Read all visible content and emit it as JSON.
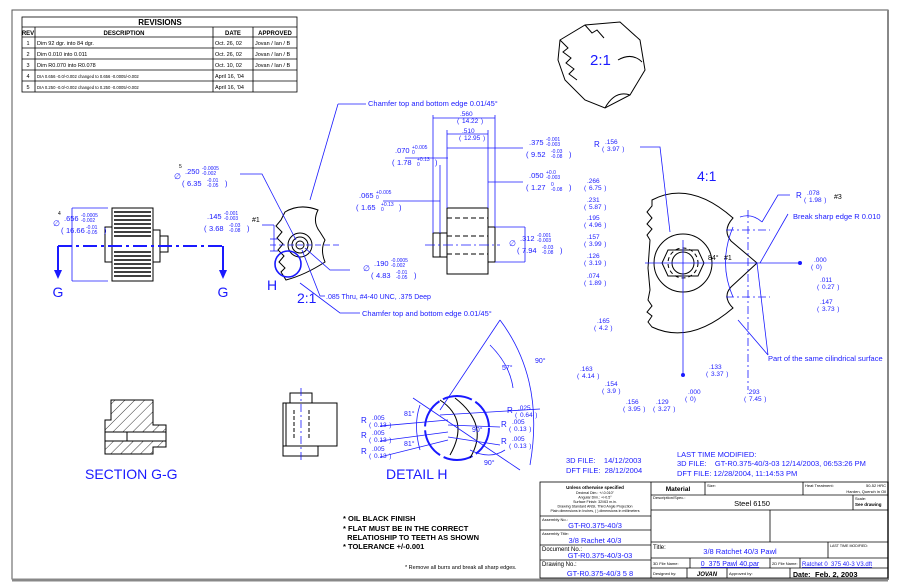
{
  "revisions": {
    "title": "REVISIONS",
    "headers": [
      "REV",
      "DESCRIPTION",
      "DATE",
      "APPROVED"
    ],
    "rows": [
      [
        "1",
        "Dim 92 dgr. into 84 dgr.",
        "Oct. 26, 02",
        "Jovan / Ian / B"
      ],
      [
        "2",
        "Dim 0.010 into 0.011",
        "Oct. 26, 02",
        "Jovan / Ian / B"
      ],
      [
        "3",
        "Dim R0.070 into R0.078",
        "Oct. 10, 02",
        "Jovan / Ian / B"
      ],
      [
        "4",
        "DIA 0.656 -0.0/-0.002 changed to 0.656 -0.0005/-0.002",
        "April 16, '04",
        ""
      ],
      [
        "5",
        "DIA 0.250 -0.0/-0.002 changed to 0.250 -0.0005/-0.002",
        "April 16, '04",
        ""
      ]
    ]
  },
  "labels": {
    "scale_iso": "2:1",
    "scale_front": "2:1",
    "scale_detail": "4:1",
    "g_left": "G",
    "g_right": "G",
    "h": "H",
    "section": "SECTION G-G",
    "detail": "DETAIL H",
    "chamfer_top": "Chamfer top and bottom edge 0.01/45°",
    "chamfer_bottom": "Chamfer top and bottom edge 0.01/45°",
    "thread": ".085 Thru, #4-40 UNC, .375 Deep",
    "tag1": "#1",
    "break_edge": "Break sharp edge R 0.010",
    "same_surface": "Part of the same cilindrical surface",
    "angle84": "84°",
    "tag1b": "#1",
    "tag3": "#3",
    "a90a": "90°",
    "a57": "57°",
    "a81a": "81°",
    "a81b": "81°",
    "a90b": "90°",
    "a90c": "90°"
  },
  "dims": {
    "d656": {
      "pre": "∅",
      "note": "4",
      "in": ".656",
      "tin": [
        "-0.0005",
        "-0.002"
      ],
      "mm": "16.66",
      "tmm": [
        "-0.01",
        "-0.05"
      ]
    },
    "d145": {
      "in": ".145",
      "tin": [
        "-0.001",
        "-0.003"
      ],
      "mm": "3.68",
      "tmm": [
        "-0.03",
        "-0.08"
      ]
    },
    "d250": {
      "pre": "∅",
      "note": "5",
      "in": ".250",
      "tin": [
        "-0.0005",
        "-0.002"
      ],
      "mm": "6.35",
      "tmm": [
        "-0.01",
        "-0.05"
      ]
    },
    "d190": {
      "pre": "∅",
      "in": ".190",
      "tin": [
        "-0.0005",
        "-0.002"
      ],
      "mm": "4.83",
      "tmm": [
        "-0.01",
        "-0.05"
      ]
    },
    "d560": {
      "in": ".560",
      "mm": "14.22"
    },
    "d510": {
      "in": ".510",
      "mm": "12.95"
    },
    "d070": {
      "in": ".070",
      "tin": [
        "+0.005",
        "0"
      ],
      "mm": "1.78",
      "tmm": [
        "+0.13",
        "0"
      ]
    },
    "d065": {
      "in": ".065",
      "tin": [
        "+0.005",
        "0"
      ],
      "mm": "1.65",
      "tmm": [
        "+0.13",
        "0"
      ]
    },
    "d375": {
      "in": ".375",
      "tin": [
        "-0.001",
        "-0.003"
      ],
      "mm": "9.52",
      "tmm": [
        "-0.03",
        "-0.08"
      ]
    },
    "d050": {
      "in": ".050",
      "tin": [
        "+0.0",
        "-0.003"
      ],
      "mm": "1.27",
      "tmm": [
        "0",
        "-0.08"
      ]
    },
    "d312": {
      "pre": "∅",
      "in": ".312",
      "tin": [
        "-0.001",
        "-0.003"
      ],
      "mm": "7.94",
      "tmm": [
        "-0.03",
        "-0.08"
      ]
    },
    "r156": {
      "pre": "R",
      "in": ".156",
      "mm": "3.97"
    },
    "v266": {
      "in": ".266",
      "mm": "6.75"
    },
    "v231": {
      "in": ".231",
      "mm": "5.87"
    },
    "v195": {
      "in": ".195",
      "mm": "4.96"
    },
    "v157": {
      "in": ".157",
      "mm": "3.99"
    },
    "v126": {
      "in": ".126",
      "mm": "3.19"
    },
    "v074": {
      "in": ".074",
      "mm": "1.89"
    },
    "v165": {
      "in": ".165",
      "mm": "4.2"
    },
    "v163": {
      "in": ".163",
      "mm": "4.14"
    },
    "v154": {
      "in": ".154",
      "mm": "3.9"
    },
    "v156": {
      "in": ".156",
      "mm": "3.95"
    },
    "v129": {
      "in": ".129",
      "mm": "3.27"
    },
    "v000b": {
      "in": ".000",
      "mm": "0"
    },
    "v133": {
      "in": ".133",
      "mm": "3.37"
    },
    "v293": {
      "in": ".293",
      "mm": "7.45"
    },
    "v000r": {
      "in": ".000",
      "mm": "0"
    },
    "v011": {
      "in": ".011",
      "mm": "0.27"
    },
    "v147": {
      "in": ".147",
      "mm": "3.73"
    },
    "r078": {
      "pre": "R",
      "in": ".078",
      "mm": "1.98"
    },
    "r025": {
      "pre": "R",
      "in": ".025",
      "mm": "0.64"
    },
    "r005a": {
      "pre": "R",
      "in": ".005",
      "mm": "0.13"
    },
    "r005b": {
      "pre": "R",
      "in": ".005",
      "mm": "0.13"
    },
    "r005c": {
      "pre": "R",
      "in": ".005",
      "mm": "0.13"
    },
    "r005d": {
      "pre": "R",
      "in": ".005",
      "mm": "0.13"
    },
    "r005e": {
      "pre": "R",
      "in": ".005",
      "mm": "0.13"
    }
  },
  "notes": {
    "lines": [
      "* OIL BLACK FINISH",
      "* FLAT MUST BE IN THE CORRECT",
      "  RELATIOSHIP TO TEETH AS SHOWN",
      "* TOLERANCE +/-0.001"
    ],
    "burrs": "* Remove all burrs and break all sharp edges."
  },
  "files": {
    "file3d": "3D FILE:    14/12/2003",
    "filedft": "DFT FILE:  28/12/2004",
    "last_title": "LAST TIME MODIFIED:",
    "last3d": "3D FILE:    GT-R0.375-40/3-03 12/14/2003, 06:53:26 PM",
    "lastdft": "DFT FILE: 12/28/2004, 11:14:53 PM"
  },
  "title_block": {
    "tol_title": "Unless otherwise specified",
    "tol_lines": [
      "Decimal Dim.:  +/-0.010\"",
      "Angular Dim.:  +/-0.5°",
      "Surface Finish:  32\\/63 m.in.",
      "Drawing Standard ANSI, Third Angle Projection",
      "Plain dimensions in Inches, ( ) dimensions in millimeters"
    ],
    "assembly_no_label": "Assembly No.:",
    "assembly_no": "GT-R0.375-40/3",
    "assembly_title_label": "Assembly Title:",
    "assembly_title": "3/8 Rachet 40/3",
    "document_no_label": "Document No.:",
    "document_no": "GT-R0.375-40/3-03",
    "drawing_no_label": "Drawing No.:",
    "drawing_no": "GT-R0.375-40/3 5 8",
    "material_label": "Material",
    "size_label": "Size:",
    "heat_label": "Heat Treatment:",
    "heat_value1": "50-52 HRC",
    "heat_value2": "Harden, Quench in Oil",
    "desc_label": "Description/Spec.:",
    "desc_value": "Steel 6150",
    "scale_label": "Scale:",
    "scale_value": "See drawing",
    "title_label": "Title:",
    "title_value": "3/8 Ratchet 40/3 Pawl",
    "last_mod_label": "LAST TIME MODIFIED:",
    "file3d_label": "3D File Name:",
    "file3d_value": "0_375 Pawl 40.par",
    "file2d_label": "2D File Name:",
    "file2d_value": "Ratchet 0_375 40-3 V3.dft",
    "designed_label": "Designed by:",
    "designed_value": "JOVAN",
    "approved_label": "Approved by:",
    "date_label": "Date:",
    "date_value": "Feb. 2, 2003"
  },
  "colors": {
    "dimension": "#1a1aff",
    "geometry": "#000000"
  }
}
